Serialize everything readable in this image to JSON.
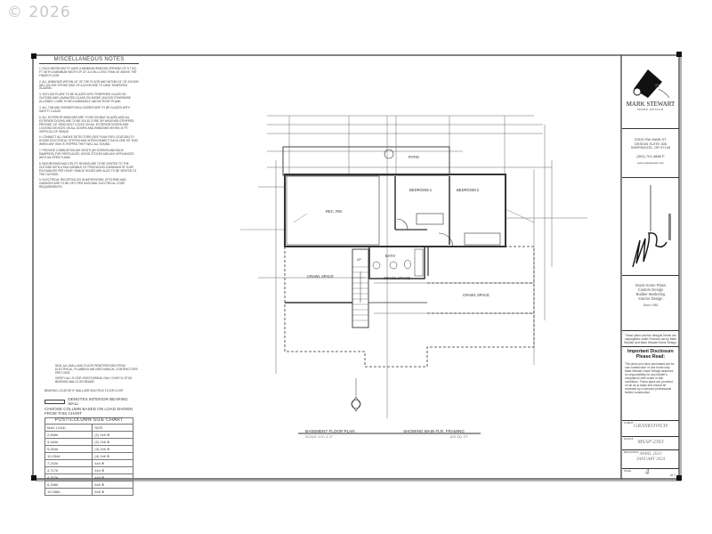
{
  "watermark": "© 2026",
  "notes": {
    "heading": "MISCELLANEOUS NOTES",
    "items": [
      "1. EACH BEDROOM TO HAVE A MINIMUM WINDOW OPENING OF 5.7 SQ. FT. WITH A MINIMUM WIDTH OF 20\" & A SILL LESS THAN 44\" ABOVE THE FINISH FLOOR.",
      "2. ALL WINDOWS WITHIN 18\" OF THE FLOOR AND WITHIN 24\" OF A DOOR ARC ON THE STRIKE SIDE OF A DOOR ARE TO HAVE TEMPERED GLAZING.",
      "3. SKYLIGHTS ARE TO BE GLAZED WITH TEMPERED GLASS ON OUTSIDE AND LAMINATED GLASS ON INSIDE UNLESS OTHERWISE ALLOWED. CURB TO BE A MINIMUM 4\" ABOVE ROOF PLANE.",
      "4. ALL TUB AND SHOWER ENCLOSURES ARE TO BE GLAZED WITH SAFETY GLASS.",
      "5. ALL EXTERIOR WINDOWS ARE TO BE DOUBLE GLAZED AND ALL EXTERIOR DOORS ARE TO BE SOLID CORE OR WEATHER-STRIPPED. PROVIDE 1/2\" DEAD BOLT LOCKS ON ALL EXTERIOR DOORS AND LOCKING DEVICES ON ALL DOORS AND WINDOWS WITHIN 10 FT. VERTICAL OF GRADE.",
      "6. CONNECT ALL SMOKE DETECTORS (SEE PLAN FOR LOCATION) TO HOUSE ELECTRICAL SYSTEM AND INTERCONNECT EACH ONE SO THAT WHEN ANY ONE IS TRIPPED THEY WILL ALL SOUND.",
      "7. PROVIDE COMBUSTION AIR VENTS (W/ SCREEN AND BACK DAMPERS) FOR FIREPLACES, WOOD STOVES AND ANY APPLIANCES WITH AN OPEN FLAME.",
      "8. BATHROOMS AND UTILITY ROOMS ARE TO BE VENTED TO THE OUTSIDE WITH A FAN CAPABLE OF PRODUCING A MINIMUM OF 5 AIR EXCHANGES PER HOUR. RANGE HOODS ARE ALSO TO BE VENTED TO THE OUTSIDE.",
      "9. ELECTRICAL RECEPTACLES IN BATHROOMS, KITCHENS AND GARAGES ARE TO BE GFCI PER NATIONAL ELECTRICAL CODE REQUIREMENTS."
    ]
  },
  "legend": {
    "notes": [
      "SEAL ALL WALL AND FLOOR PENETRATIONS FROM ELECTRICAL, PLUMBING AND MECHANICAL CONTRACTORS PER CODE",
      "VERIFY ALL FLOOR JOISTS BREAK ONLY OVER 2x STUD BEARING WALLS OR BEAMS"
    ],
    "bearing_locator": "BEARING LOCATOR IF WALL ARE MULTIPLE FLOOR JOIST",
    "bearing_wall": "DENOTES INTERIOR BEARING WALL",
    "choose_column": "CHOOSE COLUMN BASED ON LOAD SHOWN FROM THIS CHART",
    "chart_title": "POST/COLUMN SIZE CHART",
    "chart_headers": [
      "MAX LOAD",
      "SIZE"
    ],
    "chart_rows": [
      [
        "2,556#",
        "(2) 2x6 ⊕"
      ],
      [
        "3,184#",
        "(2) 2x6 ⊕"
      ],
      [
        "5,254#",
        "(3) 2x6 ⊕"
      ],
      [
        "10,254#",
        "(4) 2x6 ⊕"
      ],
      [
        "7,242#",
        "4x4 ⊕"
      ],
      [
        "4,717#",
        "4x4 ⊕"
      ],
      [
        "4,307#",
        "4x6 ⊕"
      ],
      [
        "8,268#",
        "6x6 ⊕"
      ],
      [
        "10,288#",
        "6x8 ⊕"
      ]
    ]
  },
  "plan": {
    "rooms": {
      "patio": "PATIO",
      "rec_room": "REC. RM.",
      "bedroom_a": "BEDROOM 1",
      "bedroom_b": "BEDROOM 2",
      "bath": "BATH",
      "stair": "UP",
      "crawl_1": "CRAWL SPACE",
      "crawl_2": "CRAWL SPACE",
      "crawl_3": "CRAWL SPACE"
    },
    "title": "BASEMENT FLOOR PLAN",
    "scale": "SCALE: 1/4\"=1'-0\"",
    "subtitle": "SHOWING MAIN FLR. FRAMING",
    "area": "823 SQ. FT."
  },
  "title_block": {
    "brand": "MARK STEWART",
    "brand_sub": "HOME DESIGN",
    "address": [
      "22520 SW MAIN ST.",
      "DESIGN SUITE 305",
      "SHERWOOD, OR 97140"
    ],
    "phone": "(503) 701-4888 P",
    "website": "www.markstewart.com",
    "services": [
      "Stock Home Plans",
      "Custom Design",
      "Builder Marketing",
      "Interior Design"
    ],
    "since": "Since 1983",
    "copyright_note": "These plans and the designs herein are copyrighted under Federal Law by Mark Stewart and Mark Stewart Home Design.",
    "disclosure_title": "Important Disclosure Please Read:",
    "disclosure_text": "The plans you have purchased are for one construction of one home only. Mark Stewart Home Design assumes no responsibility for any builder's compliance with codes or site conditions. These plans are provided on an as-is basis and should be reviewed by a licensed professional before construction.",
    "client_label": "CLIENT:",
    "client": "GRANKOVICH",
    "plan_label": "PLAN #",
    "plan_number": "MSAP-2363",
    "revisions_label": "REVISIONS:",
    "revisions": [
      "APRIL 2023",
      "JANUARY 2024"
    ],
    "page_label": "PAGE",
    "page": "4",
    "page_of": "of 7"
  }
}
